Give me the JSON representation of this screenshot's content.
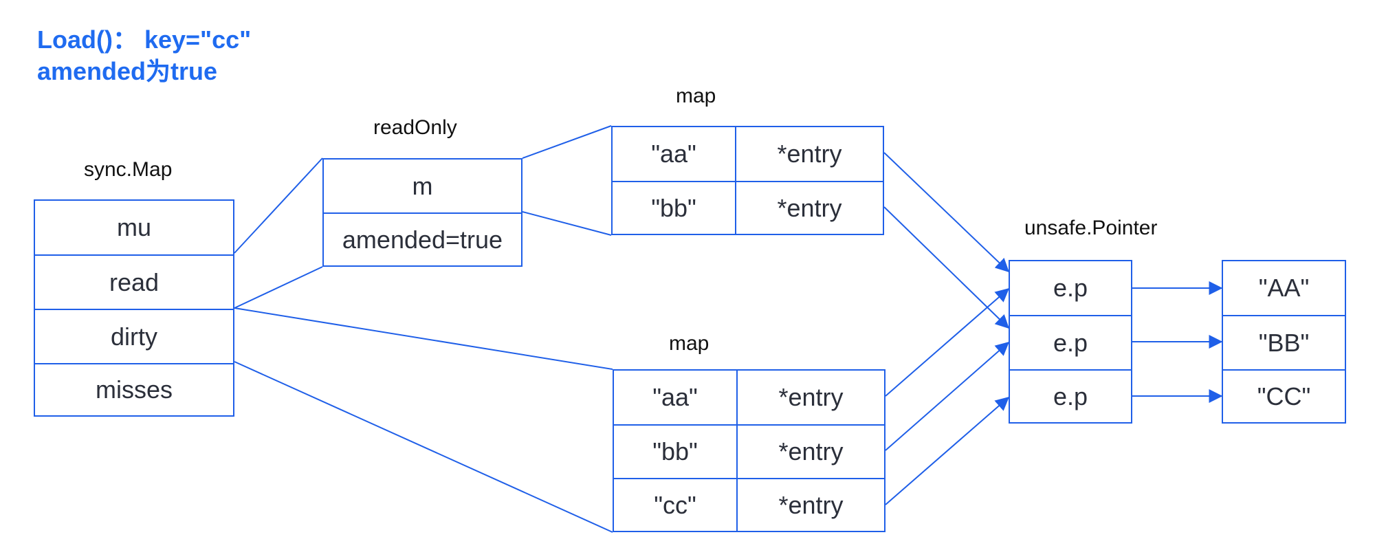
{
  "note": {
    "line1": "Load()： key=\"cc\"",
    "line2": "amended为true"
  },
  "syncmap": {
    "title": "sync.Map",
    "fields": [
      "mu",
      "read",
      "dirty",
      "misses"
    ]
  },
  "readonly": {
    "title": "readOnly",
    "fields": [
      "m",
      "amended=true"
    ]
  },
  "read_map": {
    "title": "map",
    "rows": [
      [
        "\"aa\"",
        "*entry"
      ],
      [
        "\"bb\"",
        "*entry"
      ]
    ]
  },
  "dirty_map": {
    "title": "map",
    "rows": [
      [
        "\"aa\"",
        "*entry"
      ],
      [
        "\"bb\"",
        "*entry"
      ],
      [
        "\"cc\"",
        "*entry"
      ]
    ]
  },
  "pointers": {
    "title": "unsafe.Pointer",
    "fields": [
      "e.p",
      "e.p",
      "e.p"
    ]
  },
  "values": {
    "fields": [
      "\"AA\"",
      "\"BB\"",
      "\"CC\""
    ]
  },
  "colors": {
    "stroke": "#1f5fe8",
    "note": "#1f6bf0"
  }
}
